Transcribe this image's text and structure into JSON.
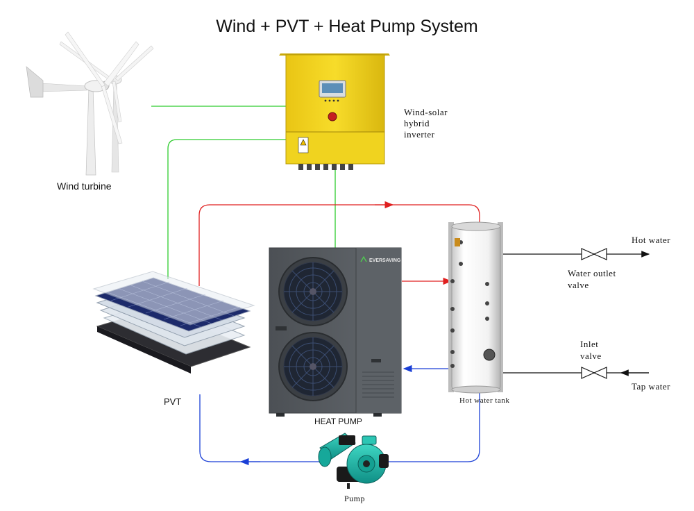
{
  "title": "Wind + PVT + Heat Pump System",
  "components": {
    "wind_turbine": "Wind turbine",
    "inverter": "Wind-solar\nhybrid\ninverter",
    "pvt": "PVT",
    "heat_pump": "HEAT PUMP",
    "heat_pump_brand": "EVERSAVING",
    "hot_water_tank": "Hot water tank",
    "pump": "Pump",
    "water_outlet_valve": "Water outlet\nvalve",
    "inlet_valve": "Inlet\nvalve",
    "hot_water": "Hot water",
    "tap_water": "Tap water"
  },
  "colors": {
    "power_line": "#2ecc2e",
    "hot_flow": "#e02020",
    "cold_flow": "#1a3fd6",
    "water_line": "#111111",
    "inverter_body": "#f2d21e",
    "heat_pump_body": "#555a5f"
  }
}
